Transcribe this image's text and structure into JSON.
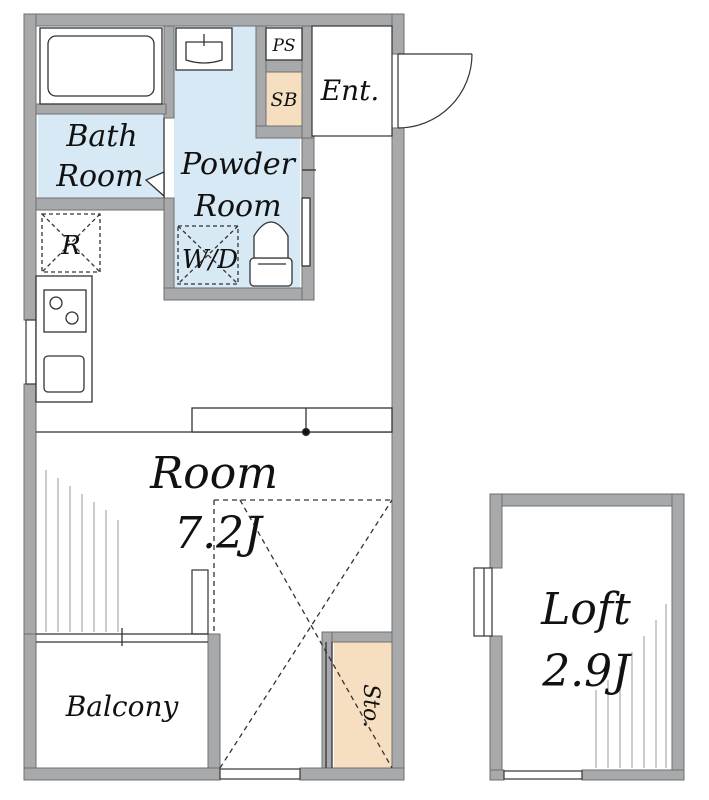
{
  "rooms": {
    "bath": [
      "Bath",
      "Room"
    ],
    "powder": [
      "Powder",
      "Room"
    ],
    "ps": "PS",
    "sb": "SB",
    "entrance": "Ent.",
    "refrigerator": "R",
    "washer_dryer": "W/D",
    "main": {
      "name": "Room",
      "size": "7.2J"
    },
    "balcony": "Balcony",
    "storage": "Sto.",
    "loft": {
      "name": "Loft",
      "size": "2.9J"
    }
  },
  "colors": {
    "wall": "#a7a9ab",
    "wall_edge": "#6d6f71",
    "wet_area": "#d6e9f5",
    "storage_fill": "#f6dfc0",
    "floor": "#ffffff",
    "line": "#333333"
  }
}
